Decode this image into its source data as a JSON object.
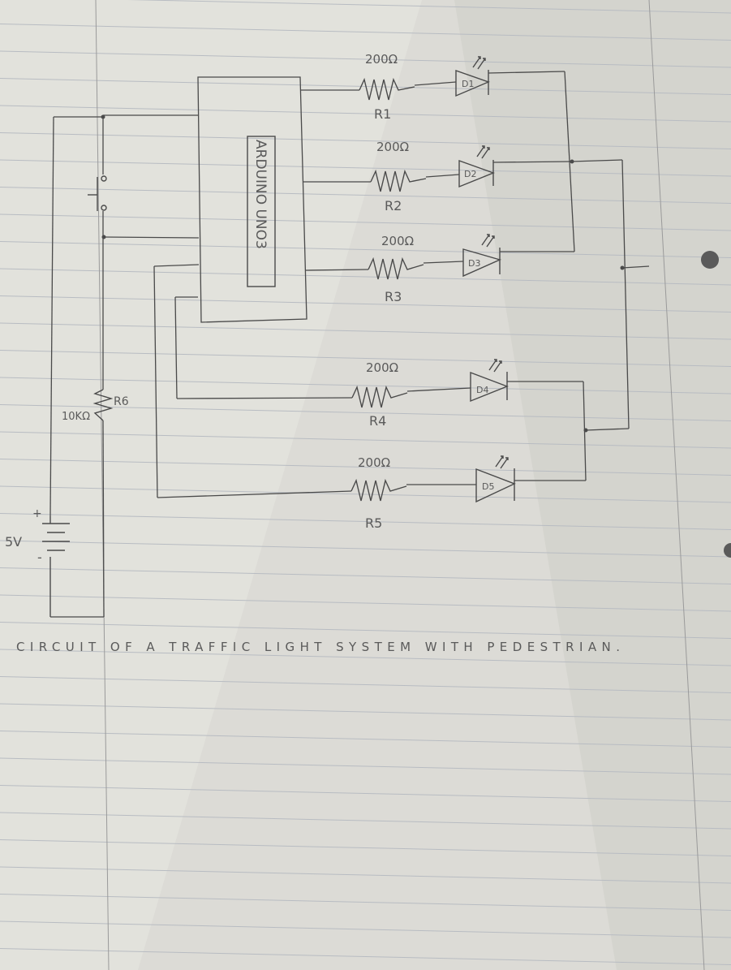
{
  "board": {
    "label": "ARDUINO UNO3"
  },
  "resistors": [
    {
      "name": "R1",
      "value": "200Ω"
    },
    {
      "name": "R2",
      "value": "200Ω"
    },
    {
      "name": "R3",
      "value": "200Ω"
    },
    {
      "name": "R4",
      "value": "200Ω"
    },
    {
      "name": "R5",
      "value": "200Ω"
    }
  ],
  "leds": [
    "D1",
    "D2",
    "D3",
    "D4",
    "D5"
  ],
  "pull_down": {
    "value": "10KΩ",
    "name": "R6"
  },
  "battery": {
    "voltage": "5V",
    "plus": "+",
    "minus": "-"
  },
  "caption": "CIRCUIT OF A TRAFFIC LIGHT SYSTEM WITH PEDESTRIAN."
}
